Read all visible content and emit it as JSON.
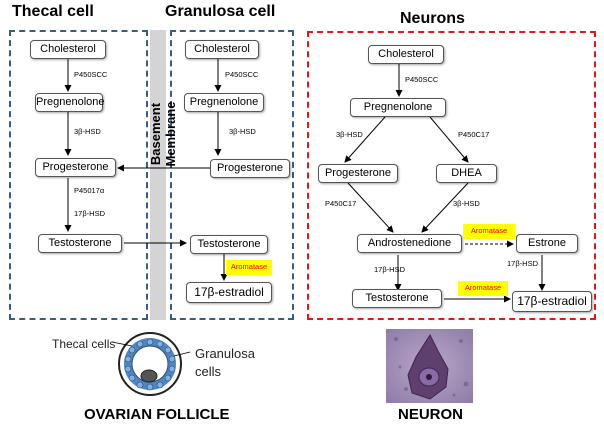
{
  "titles": {
    "thecal": "Thecal cell",
    "granulosa": "Granulosa cell",
    "neurons": "Neurons"
  },
  "membrane_label": [
    "Basement",
    "Membrane"
  ],
  "thecal": {
    "cholesterol": "Cholesterol",
    "pregnenolone": "Pregnenolone",
    "progesterone": "Progesterone",
    "testosterone": "Testosterone",
    "enzyme_1": "P450SCC",
    "enzyme_2": "3β-HSD",
    "enzyme_3": "P45017α",
    "enzyme_4": "17β-HSD"
  },
  "granulosa": {
    "cholesterol": "Cholesterol",
    "pregnenolone": "Pregnenolone",
    "progesterone": "Progesterone",
    "testosterone": "Testosterone",
    "estradiol": "17β-estradiol",
    "enzyme_1": "P450SCC",
    "enzyme_2": "3β-HSD",
    "aromatase": "Aromatase"
  },
  "neurons": {
    "cholesterol": "Cholesterol",
    "pregnenolone": "Pregnenolone",
    "progesterone": "Progesterone",
    "dhea": "DHEA",
    "androstenedione": "Androstenedione",
    "estrone": "Estrone",
    "testosterone": "Testosterone",
    "estradiol": "17β-estradiol",
    "enzyme_scc": "P450SCC",
    "enzyme_3bhsd_left": "3β-HSD",
    "enzyme_c17_right": "P450C17",
    "enzyme_c17_left": "P450C17",
    "enzyme_3bhsd_right": "3β-HSD",
    "enzyme_17bhsd_left": "17β-HSD",
    "enzyme_17bhsd_right": "17β-HSD",
    "aromatase_top": "Aromatase",
    "aromatase_bottom": "Aromatase"
  },
  "follicle": {
    "thecal_label": "Thecal cells",
    "granulosa_label": "Granulosa cells",
    "caption": "OVARIAN FOLLICLE"
  },
  "neuron_image": {
    "caption": "NEURON"
  },
  "colors": {
    "ovary_frame": "#3b5a86",
    "neuron_frame": "#e01818",
    "aromatase_bg": "#ffff00",
    "aromatase_text": "#ff0000",
    "follicle_blue": "#4f86c0"
  }
}
